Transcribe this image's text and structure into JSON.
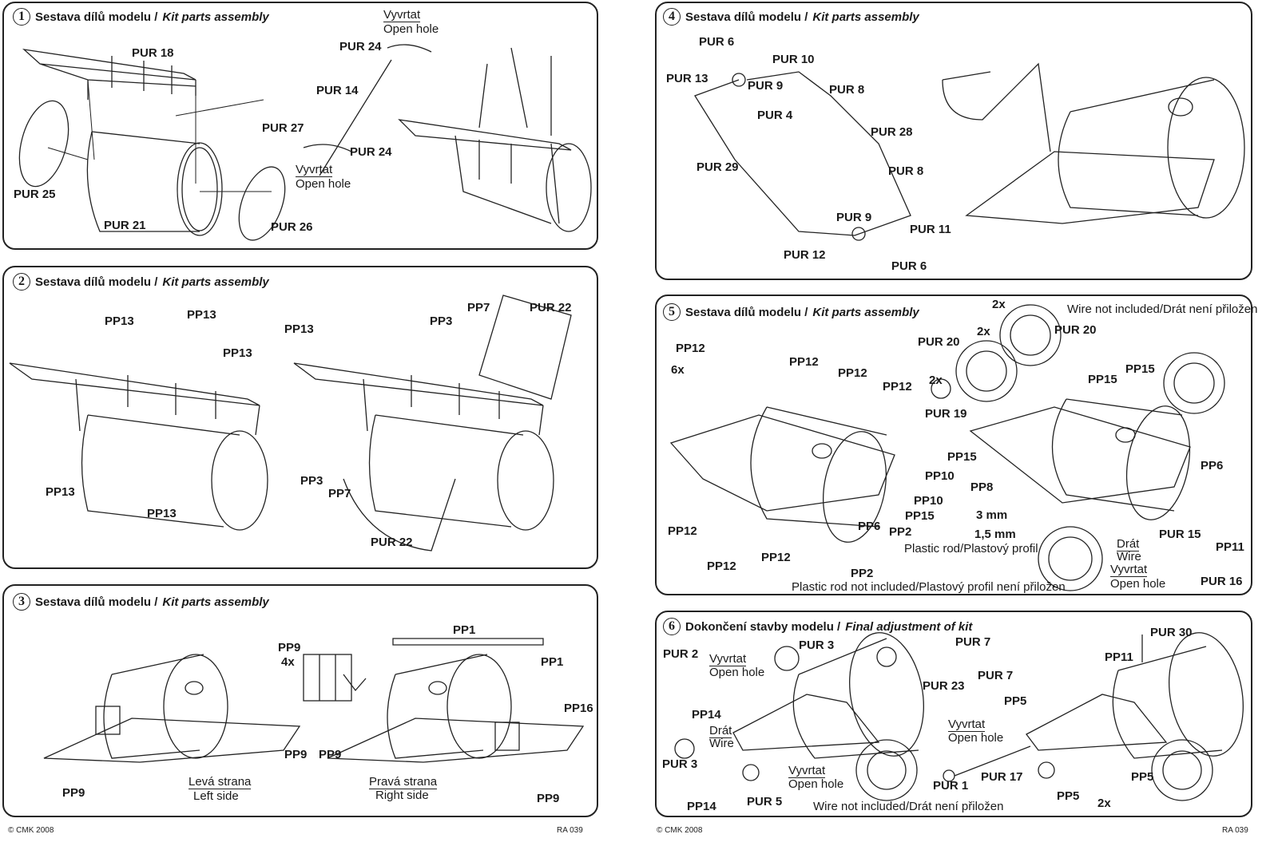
{
  "panels": [
    {
      "step": "1",
      "title_cz": "Sestava dílů modelu /",
      "title_en": "Kit parts assembly",
      "labels": [
        "PUR 18",
        "Vyvrtat",
        "Open hole",
        "PUR 24",
        "PUR 14",
        "PUR 27",
        "PUR 24",
        "Vyvrtat",
        "Open hole",
        "PUR 25",
        "PUR 21",
        "PUR 26"
      ]
    },
    {
      "step": "2",
      "title_cz": "Sestava dílů modelu /",
      "title_en": "Kit parts assembly",
      "labels": [
        "PP13",
        "PP13",
        "PP13",
        "PP13",
        "PP13",
        "PP13",
        "PP3",
        "PP7",
        "PUR 22",
        "PP3",
        "PP7",
        "PUR 22"
      ]
    },
    {
      "step": "3",
      "title_cz": "Sestava dílů modelu /",
      "title_en": "Kit parts assembly",
      "labels": [
        "PP9",
        "4x",
        "PP1",
        "PP1",
        "PP16",
        "PP9",
        "PP9",
        "PP9",
        "PP9",
        "Levá strana",
        "Left side",
        "Pravá strana",
        "Right side"
      ]
    },
    {
      "step": "4",
      "title_cz": "Sestava dílů modelu /",
      "title_en": "Kit parts assembly",
      "labels": [
        "PUR 6",
        "PUR 10",
        "PUR 13",
        "PUR 9",
        "PUR 8",
        "PUR 4",
        "PUR 28",
        "PUR 29",
        "PUR 8",
        "PUR 9",
        "PUR 11",
        "PUR 12",
        "PUR 6"
      ]
    },
    {
      "step": "5",
      "title_cz": "Sestava dílů modelu /",
      "title_en": "Kit parts assembly",
      "labels": [
        "Wire not included/Drát není přiložen",
        "2x",
        "2x",
        "PUR 20",
        "PUR 20",
        "PP12",
        "6x",
        "PP12",
        "PP12",
        "PP12",
        "2x",
        "PUR 19",
        "PP15",
        "PP15",
        "PP15",
        "PP10",
        "PP8",
        "PP10",
        "PP15",
        "3 mm",
        "PP6",
        "PP2",
        "1,5 mm",
        "Plastic rod/Plastový profil",
        "PP12",
        "PP12",
        "PP12",
        "PP2",
        "Plastic rod not included/Plastový profil není přiložen",
        "PP6",
        "PUR 15",
        "PP11",
        "Drát",
        "Wire",
        "Vyvrtat",
        "Open hole",
        "PUR 16"
      ]
    },
    {
      "step": "6",
      "title_cz": "Dokončení stavby modelu /",
      "title_en": "Final adjustment of kit",
      "labels": [
        "PUR 2",
        "Vyvrtat",
        "Open hole",
        "PUR 3",
        "PUR 7",
        "PUR 7",
        "PUR 23",
        "PUR 30",
        "PP11",
        "PP14",
        "Drát",
        "Wire",
        "PP5",
        "Vyvrtat",
        "Open hole",
        "PUR 3",
        "Vyvrtat",
        "Open hole",
        "PUR 1",
        "PUR 17",
        "PP5",
        "PP5",
        "2x",
        "PP14",
        "PUR 5",
        "Wire not included/Drát není přiložen"
      ]
    }
  ],
  "footer": {
    "copyright": "© CMK 2008",
    "code": "RA 039"
  }
}
